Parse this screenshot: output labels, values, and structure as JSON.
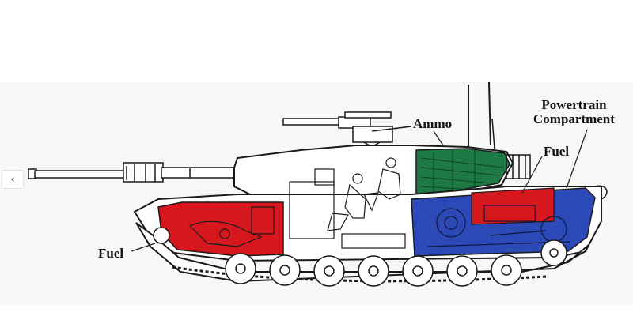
{
  "nav": {
    "prev_label": "‹"
  },
  "labels": {
    "ammo": "Ammo",
    "powertrain_line1": "Powertrain",
    "powertrain_line2": "Compartment",
    "fuel_rear": "Fuel",
    "fuel_front": "Fuel"
  },
  "colors": {
    "fuel": "#d6181e",
    "ammo": "#1d7a44",
    "powertrain": "#2c49b8",
    "outline": "#1a1a1a",
    "panel": "#f7f7f5"
  },
  "icons": {
    "prev": "chevron-left-icon"
  }
}
